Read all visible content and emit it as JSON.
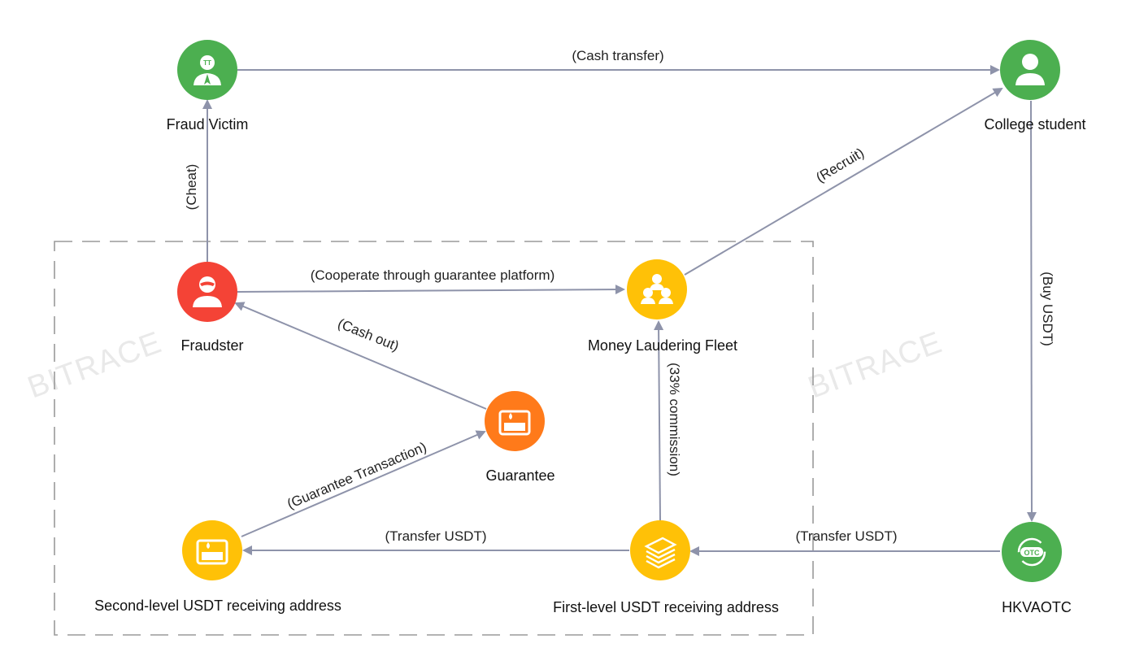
{
  "colors": {
    "green": "#4caf50",
    "red": "#f44336",
    "orange": "#ff7a1a",
    "yellow": "#ffc107",
    "edge": "#8e93aa"
  },
  "watermark": {
    "left": "BITRACE",
    "right": "BITRACE"
  },
  "nodes": {
    "fraud_victim": {
      "label": "Fraud Victim",
      "icon": "victim-icon",
      "color": "green"
    },
    "college_student": {
      "label": "College student",
      "icon": "person-icon",
      "color": "green"
    },
    "fraudster": {
      "label": "Fraudster",
      "icon": "masked-person-icon",
      "color": "red"
    },
    "money_laundering_fleet": {
      "label": "Money Laudering Fleet",
      "icon": "group-icon",
      "color": "yellow"
    },
    "guarantee": {
      "label": "Guarantee",
      "icon": "vault-icon",
      "color": "orange"
    },
    "second_level": {
      "label": "Second-level USDT receiving address",
      "icon": "wallet-icon",
      "color": "yellow"
    },
    "first_level": {
      "label": "First-level USDT receiving address",
      "icon": "cash-stack-icon",
      "color": "yellow"
    },
    "hkvaotc": {
      "label": "HKVAOTC",
      "icon": "otc-exchange-icon",
      "color": "green"
    }
  },
  "edges": {
    "cash_transfer": "(Cash transfer)",
    "cheat": "(Cheat)",
    "recruit": "(Recruit)",
    "cooperate": "(Cooperate through guarantee platform)",
    "cash_out": "(Cash out)",
    "buy_usdt": "(Buy USDT)",
    "commission": "(33% commission)",
    "guarantee_transaction": "(Guarantee Transaction)",
    "transfer_usdt_left": "(Transfer USDT)",
    "transfer_usdt_right": "(Transfer USDT)"
  }
}
